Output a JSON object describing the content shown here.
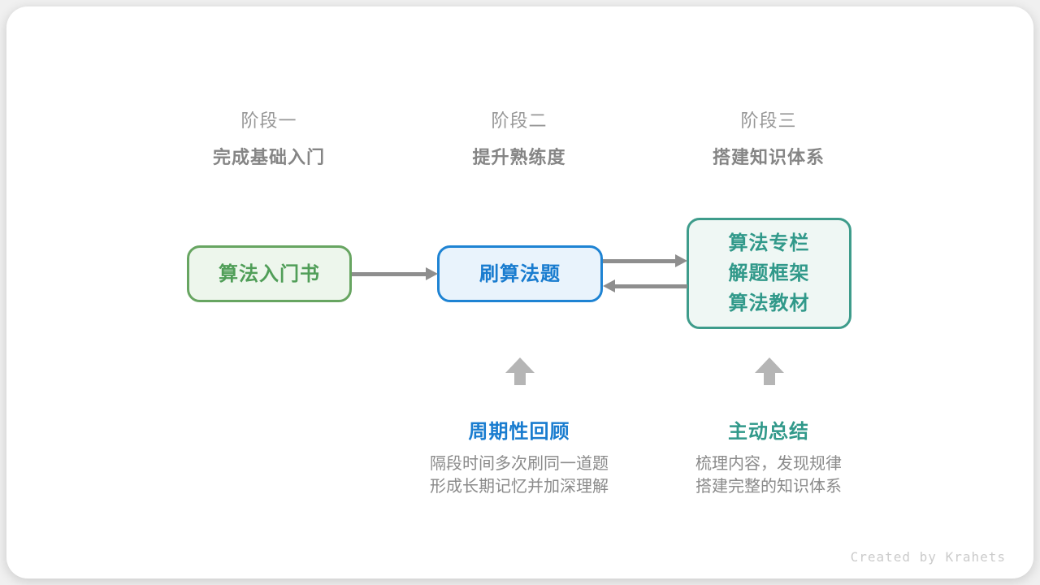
{
  "stages": [
    {
      "label": "阶段一",
      "subtitle": "完成基础入门"
    },
    {
      "label": "阶段二",
      "subtitle": "提升熟练度"
    },
    {
      "label": "阶段三",
      "subtitle": "搭建知识体系"
    }
  ],
  "nodes": [
    {
      "id": "intro-book",
      "lines": [
        "算法入门书"
      ],
      "text_color": "#509e58",
      "border_color": "#67a561",
      "bg_color": "#edf6ec"
    },
    {
      "id": "practice-problems",
      "lines": [
        "刷算法题"
      ],
      "text_color": "#197ccf",
      "border_color": "#1e83d3",
      "bg_color": "#e9f3fc"
    },
    {
      "id": "knowledge-resources",
      "lines": [
        "算法专栏",
        "解题框架",
        "算法教材"
      ],
      "text_color": "#31998a",
      "border_color": "#3e9c8b",
      "bg_color": "#eff7f4"
    }
  ],
  "annotations": [
    {
      "title": "周期性回顾",
      "title_color": "#197ccf",
      "desc_lines": [
        "隔段时间多次刷同一道题",
        "形成长期记忆并加深理解"
      ]
    },
    {
      "title": "主动总结",
      "title_color": "#31998a",
      "desc_lines": [
        "梳理内容，发现规律",
        "搭建完整的知识体系"
      ]
    }
  ],
  "arrows": {
    "horizontal_color": "#8e8e8e",
    "up_color": "#b5b5b5"
  },
  "credit": "Created by Krahets"
}
